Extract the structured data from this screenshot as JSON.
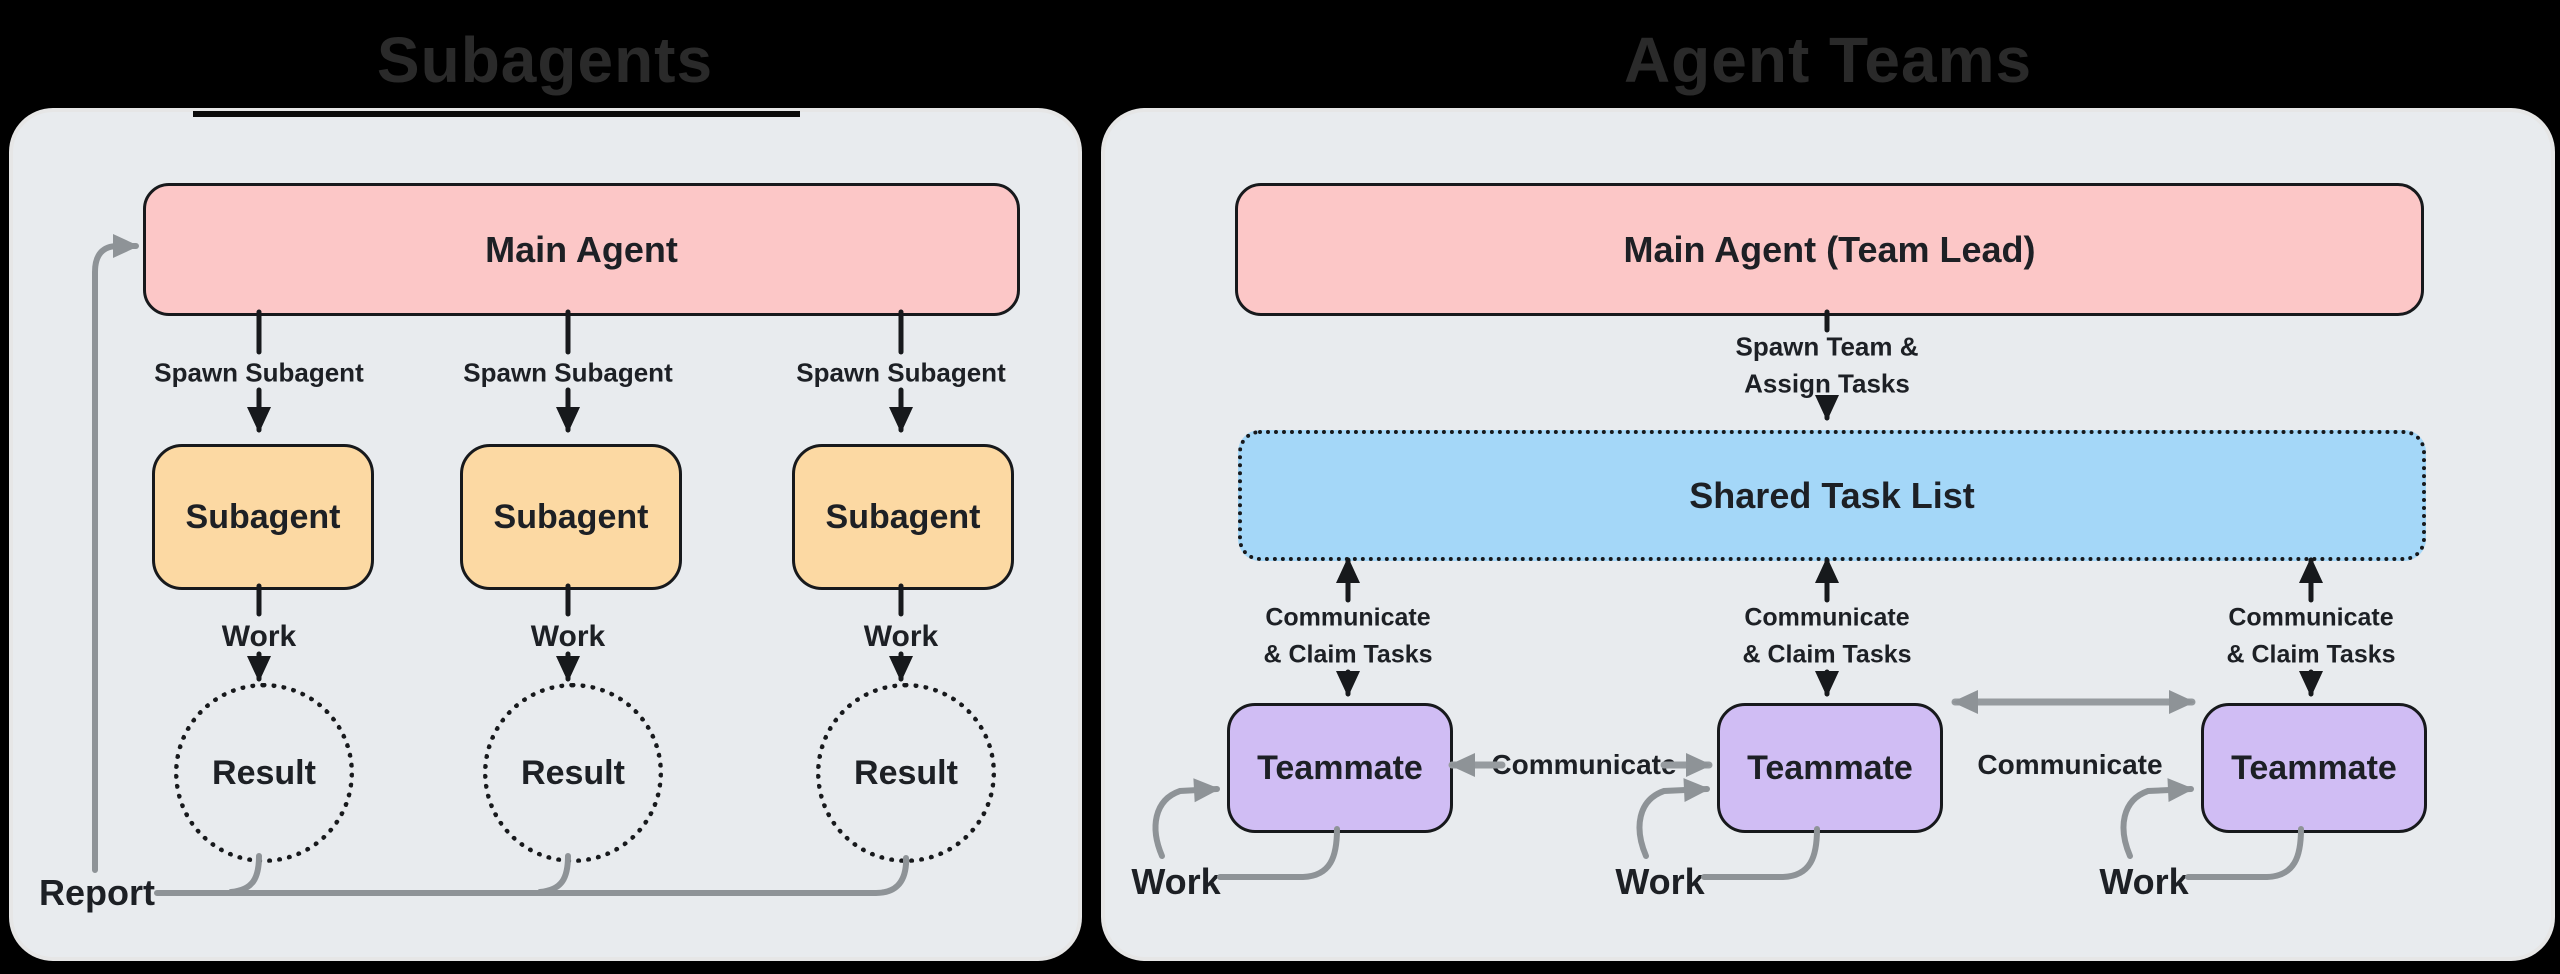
{
  "titles": {
    "left": "Subagents",
    "right": "Agent Teams"
  },
  "left_panel": {
    "main_agent": "Main Agent",
    "spawn_labels": [
      "Spawn Subagent",
      "Spawn Subagent",
      "Spawn Subagent"
    ],
    "subagents": [
      "Subagent",
      "Subagent",
      "Subagent"
    ],
    "work_labels": [
      "Work",
      "Work",
      "Work"
    ],
    "results": [
      "Result",
      "Result",
      "Result"
    ],
    "report_label": "Report"
  },
  "right_panel": {
    "main_agent": "Main Agent (Team Lead)",
    "spawn_label_line1": "Spawn Team &",
    "spawn_label_line2": "Assign Tasks",
    "shared_task_list": "Shared Task List",
    "claim_labels": [
      {
        "line1": "Communicate",
        "line2": "& Claim Tasks"
      },
      {
        "line1": "Communicate",
        "line2": "& Claim Tasks"
      },
      {
        "line1": "Communicate",
        "line2": "& Claim Tasks"
      }
    ],
    "teammates": [
      "Teammate",
      "Teammate",
      "Teammate"
    ],
    "communicate_labels": [
      "Communicate",
      "Communicate"
    ],
    "work_labels": [
      "Work",
      "Work",
      "Work"
    ]
  },
  "colors": {
    "background": "#000000",
    "panel_background": "#e8ebee",
    "panel_border": "#fafafa",
    "title_text": "#2a2a2a",
    "main_agent_fill": "#fcc7c7",
    "subagent_fill": "#fcd9a3",
    "shared_task_list_fill": "#a4d7f8",
    "teammate_fill": "#d0bdf4",
    "node_border": "#17191c",
    "black_arrow": "#17191c",
    "gray_line": "#8e9397",
    "gray_arrow": "#969b9f"
  }
}
